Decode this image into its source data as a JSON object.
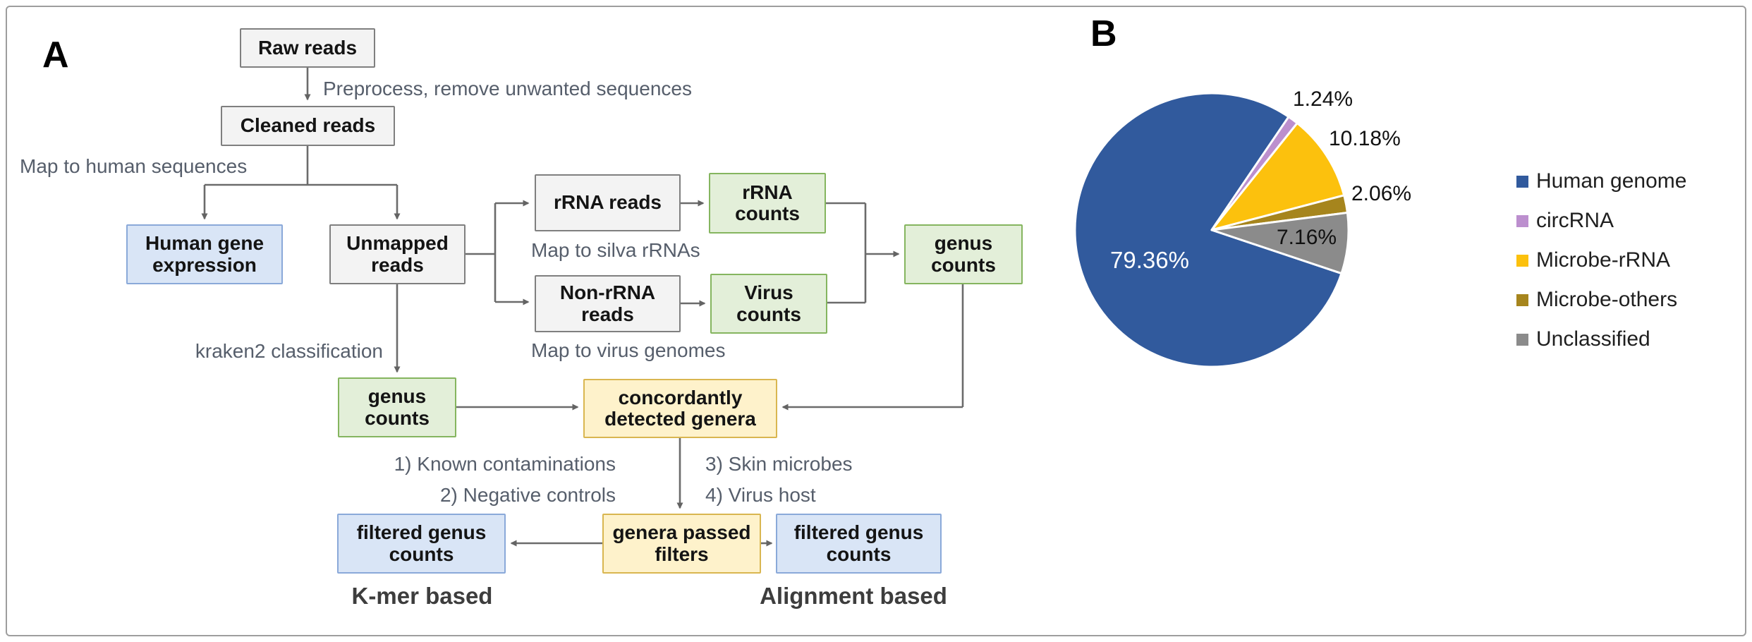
{
  "panel_a": {
    "label": "A",
    "boxes": {
      "raw_reads": "Raw reads",
      "cleaned_reads": "Cleaned reads",
      "human_gene_expression": "Human gene expression",
      "unmapped_reads": "Unmapped reads",
      "rrna_reads": "rRNA reads",
      "rrna_counts": "rRNA counts",
      "non_rrna_reads": "Non-rRNA reads",
      "virus_counts": "Virus counts",
      "genus_counts_right": "genus counts",
      "genus_counts_left": "genus counts",
      "concordantly_detected_genera": "concordantly detected genera",
      "genera_passed_filters": "genera passed filters",
      "filtered_genus_counts_left": "filtered genus counts",
      "filtered_genus_counts_right": "filtered genus counts"
    },
    "annotations": {
      "preprocess": "Preprocess, remove unwanted sequences",
      "map_human": "Map to human sequences",
      "map_silva": "Map to silva rRNAs",
      "map_virus": "Map to virus genomes",
      "kraken2": "kraken2 classification",
      "filter_1": "1) Known contaminations",
      "filter_2": "2) Negative controls",
      "filter_3": "3) Skin microbes",
      "filter_4": "4) Virus host",
      "kmer_based": "K-mer based",
      "alignment_based": "Alignment based"
    }
  },
  "panel_b": {
    "label": "B"
  },
  "chart_data": {
    "type": "pie",
    "title": "",
    "rotation_deg": 108.5,
    "legend_position": "right",
    "categories": [
      "Human genome",
      "circRNA",
      "Microbe-rRNA",
      "Microbe-others",
      "Unclassified"
    ],
    "values": [
      79.36,
      1.24,
      10.18,
      2.06,
      7.16
    ],
    "slices": [
      {
        "label": "Human genome",
        "value": 79.36,
        "pct_label": "79.36%",
        "color": "#315a9d"
      },
      {
        "label": "circRNA",
        "value": 1.24,
        "pct_label": "1.24%",
        "color": "#bc8fce"
      },
      {
        "label": "Microbe-rRNA",
        "value": 10.18,
        "pct_label": "10.18%",
        "color": "#fcc10d"
      },
      {
        "label": "Microbe-others",
        "value": 2.06,
        "pct_label": "2.06%",
        "color": "#a6851d"
      },
      {
        "label": "Unclassified",
        "value": 7.16,
        "pct_label": "7.16%",
        "color": "#8b8b8b"
      }
    ]
  }
}
